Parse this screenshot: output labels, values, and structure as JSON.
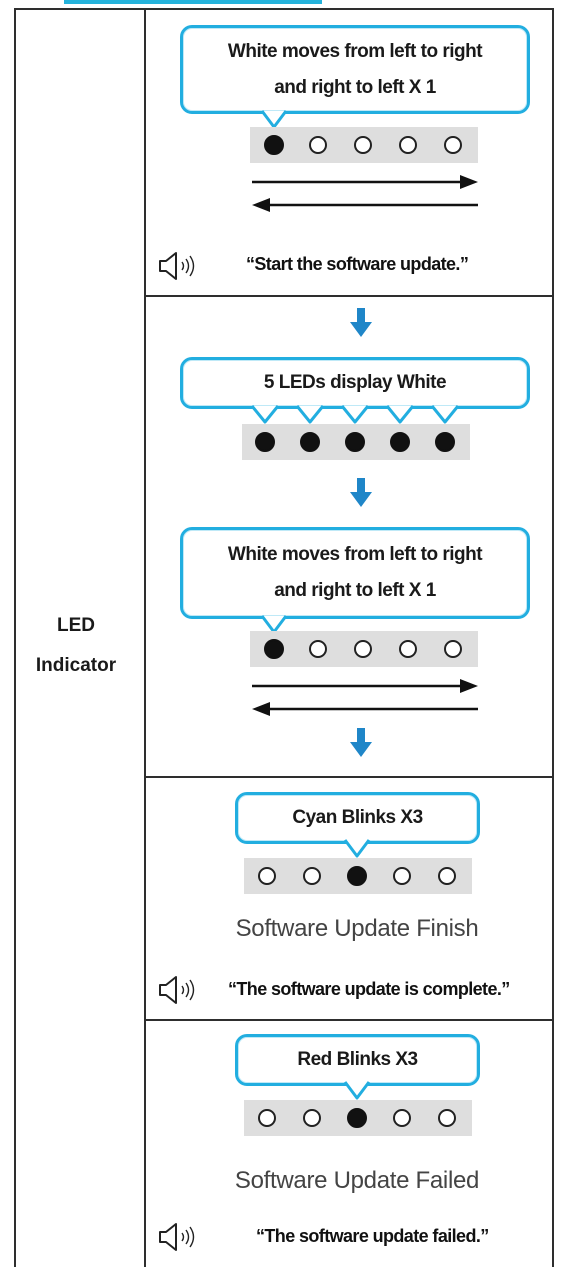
{
  "row_label": {
    "line1": "LED",
    "line2": "Indicator"
  },
  "sections": {
    "start": {
      "bubble": "White moves from left to right\nand right to left X 1",
      "voice": "“Start the software update.”"
    },
    "all_white": {
      "bubble": "5 LEDs display White"
    },
    "sweep": {
      "bubble": "White moves from left to right\nand right to left X 1"
    },
    "finish": {
      "bubble": "Cyan Blinks X3",
      "status": "Software Update Finish",
      "voice": "“The software update is complete.”"
    },
    "failed": {
      "bubble": "Red Blinks X3",
      "status": "Software Update Failed",
      "voice": "“The software update failed.”"
    }
  },
  "colors": {
    "bubble_border": "#22aee0",
    "arrow_blue": "#1f86c8",
    "led_strip": "#dedede"
  }
}
